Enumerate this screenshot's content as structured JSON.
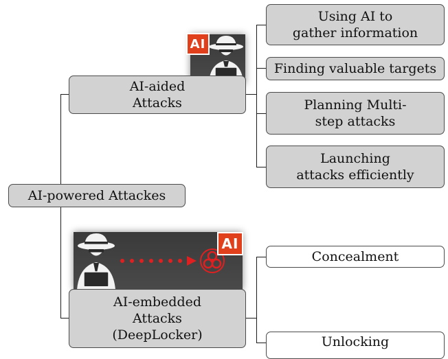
{
  "root": {
    "label": "AI-powered Attackes"
  },
  "ai_aided": {
    "line1": "AI-aided",
    "line2": "Attacks",
    "badge": "AI",
    "children": [
      {
        "line1": "Using AI to",
        "line2": "gather information"
      },
      {
        "line1": "Finding valuable targets"
      },
      {
        "line1": "Planning Multi-",
        "line2": "step attacks"
      },
      {
        "line1": "Launching",
        "line2": "attacks efficiently"
      }
    ]
  },
  "ai_embedded": {
    "line1": "AI-embedded",
    "line2": "Attacks",
    "line3": "(DeepLocker)",
    "badge": "AI",
    "children": [
      {
        "line1": "Concealment"
      },
      {
        "line1": "Unlocking"
      }
    ]
  },
  "icons": [
    "hacker-icon",
    "laptop-icon",
    "biohazard-icon",
    "dotted-arrow-icon"
  ],
  "colors": {
    "box_gray": "#d2d2d2",
    "ai_badge": "#e0401c",
    "arrow_red": "#e02020"
  }
}
